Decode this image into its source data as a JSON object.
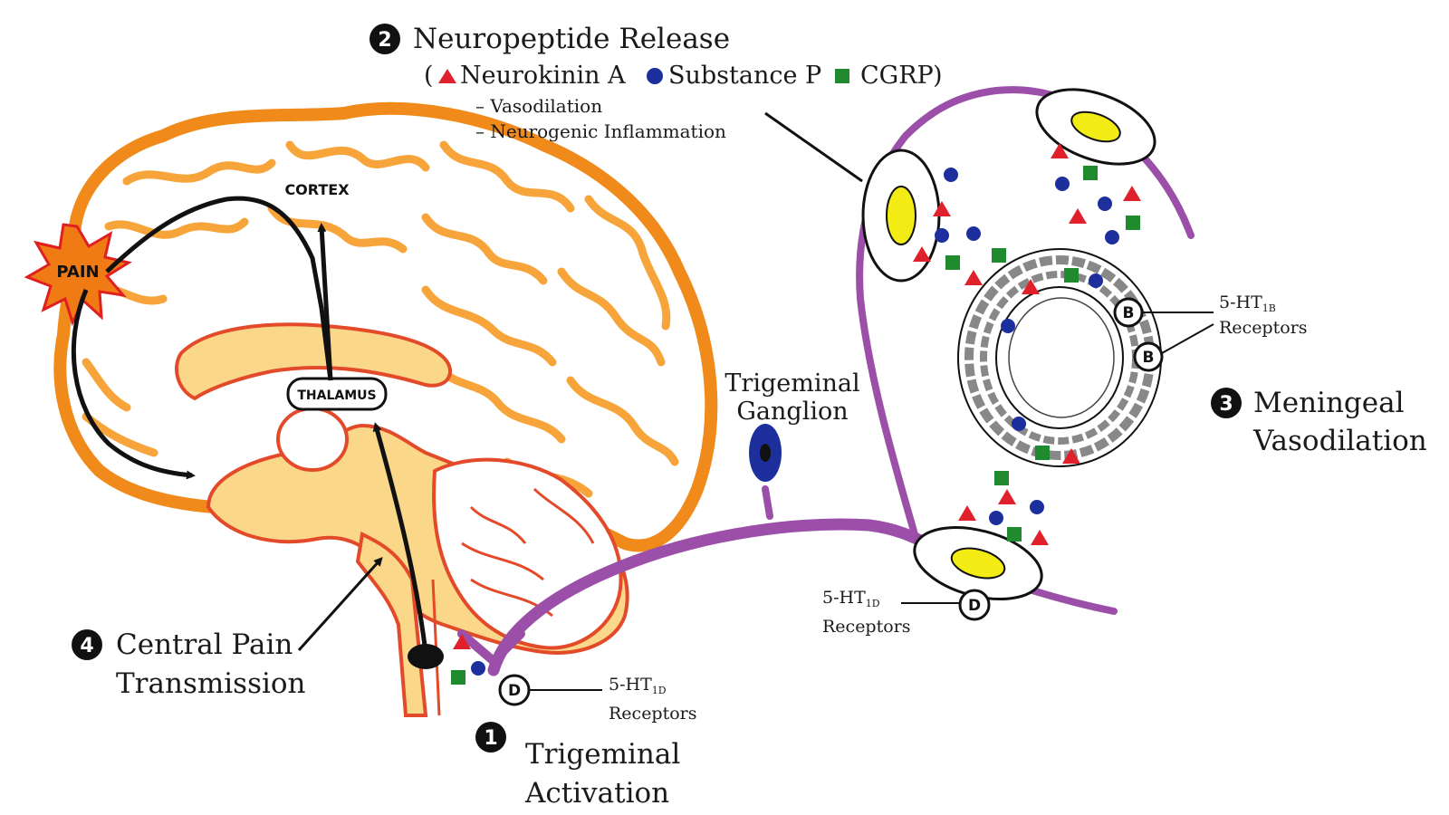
{
  "steps": {
    "s1": {
      "number": "1",
      "line1": "Trigeminal",
      "line2": "Activation"
    },
    "s2": {
      "number": "2",
      "title": "Neuropeptide Release"
    },
    "s3": {
      "number": "3",
      "line1": "Meningeal",
      "line2": "Vasodilation"
    },
    "s4": {
      "number": "4",
      "line1": "Central Pain",
      "line2": "Transmission"
    }
  },
  "legend": {
    "open_paren": "(",
    "close_paren": ")",
    "items": [
      {
        "label": "Neurokinin A",
        "color": "#e0202a",
        "shape": "triangle"
      },
      {
        "label": "Substance P",
        "color": "#1c2f9c",
        "shape": "circle"
      },
      {
        "label": "CGRP",
        "color": "#1f8a2e",
        "shape": "square"
      }
    ]
  },
  "effects": [
    "– Vasodilation",
    "– Neurogenic Inflammation"
  ],
  "brain_labels": {
    "cortex": "CORTEX",
    "thalamus": "THALAMUS",
    "pain": "PAIN"
  },
  "ganglion": {
    "line1": "Trigeminal",
    "line2": "Ganglion"
  },
  "receptors": {
    "r1b": {
      "prefix": "5-HT",
      "sub": "1B",
      "line2": "Receptors",
      "letter": "B"
    },
    "r1d_right": {
      "prefix": "5-HT",
      "sub": "1D",
      "line2": "Receptors",
      "letter": "D"
    },
    "r1d_bottom": {
      "prefix": "5-HT",
      "sub": "1D",
      "line2": "Receptors",
      "letter": "D"
    }
  },
  "colors": {
    "nerve": "#9b4fa8",
    "brain_outline": "#f08a1a",
    "brain_fill": "#fbd78a",
    "ganglion": "#1c2f9c",
    "vesicle": "#f2ec14",
    "pain_burst": "#f07a14"
  }
}
